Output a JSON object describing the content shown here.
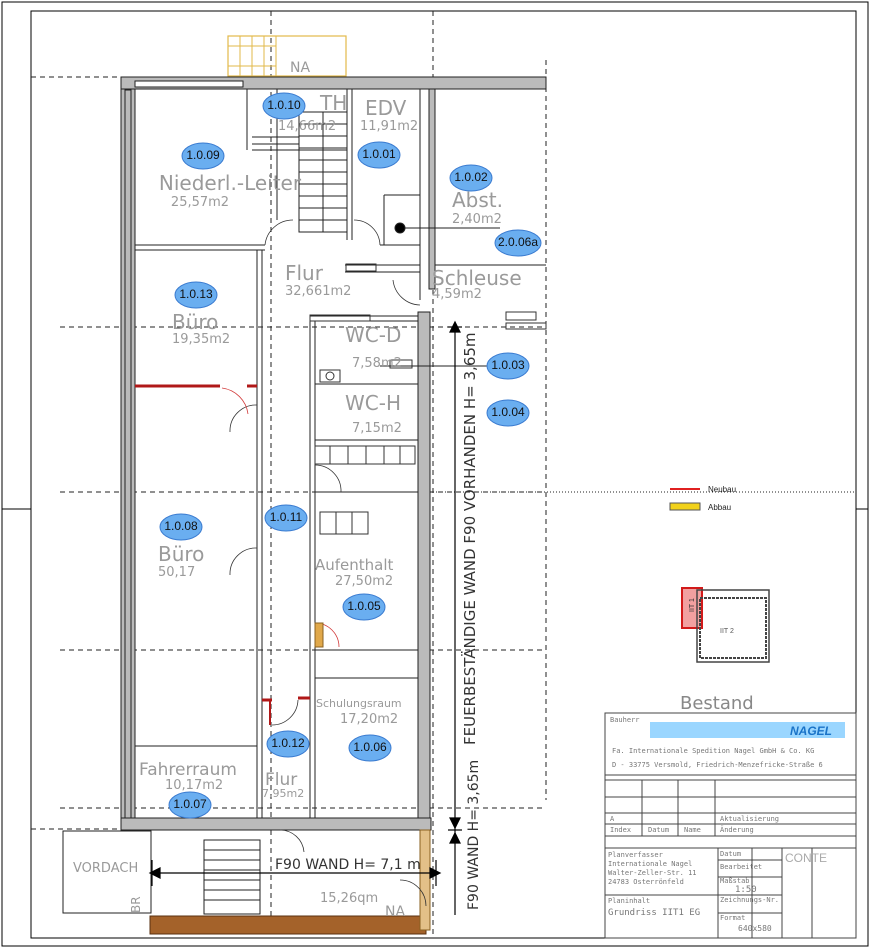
{
  "rooms": [
    {
      "id": "1.0.09",
      "name": "Niederl.-Leiter",
      "area": "25,57m2"
    },
    {
      "id": "1.0.10",
      "name": "TH",
      "area": "14,66m2"
    },
    {
      "id": "1.0.01",
      "name": "EDV",
      "area": "11,91m2"
    },
    {
      "id": "1.0.02",
      "name": "Abst.",
      "area": "2,40m2"
    },
    {
      "id": "2.0.06a",
      "name": "Schleuse",
      "area": "4,59m2"
    },
    {
      "id": "1.0.13",
      "name": "Büro",
      "area": "19,35m2"
    },
    {
      "id": "corridor",
      "name": "Flur",
      "area": "32,661m2"
    },
    {
      "id": "1.0.03",
      "name": "WC-D",
      "area": "7,58m2"
    },
    {
      "id": "1.0.04",
      "name": "WC-H",
      "area": "7,15m2"
    },
    {
      "id": "1.0.08",
      "name": "Büro",
      "area": "50,17"
    },
    {
      "id": "1.0.11",
      "name": "",
      "area": ""
    },
    {
      "id": "1.0.05",
      "name": "Aufenthalt",
      "area": "27,50m2"
    },
    {
      "id": "1.0.06",
      "name": "Schulungsraum",
      "area": "17,20m2"
    },
    {
      "id": "1.0.12",
      "name": "Flur",
      "area": "7,95m2"
    },
    {
      "id": "1.0.07",
      "name": "Fahrerraum",
      "area": "10,17m2"
    }
  ],
  "labels": {
    "vordach": "VORDACH",
    "na_top": "NA",
    "na_bottom": "NA",
    "wall_vertical": "FEUERBESTÄNDIGE WAND F90 VORHANDEN H= 3,65m",
    "wall_small_vertical": "F90 WAND H= 3,65m",
    "wall_horizontal": "F90 WAND H= 7,1 m",
    "area_bottom": "15,26qm",
    "small_left": "BR"
  },
  "legend": {
    "neubau": "Neubau",
    "abbau": "Abbau",
    "neubau_color": "#e02020",
    "abbau_color": "#f2d21a"
  },
  "keyplan": {
    "left_label": "IIT 1",
    "right_label": "IIT 2",
    "caption": "Bestand"
  },
  "titleblock": {
    "header": "Bauherr",
    "logo": "NAGEL",
    "company": "Fa. Internationale Spedition Nagel GmbH & Co. KG",
    "company_address": "D - 33775 Versmold, Friedrich-Menzefricke-Straße 6",
    "row_a_label": "A",
    "row_a_value": "Aktualisierung",
    "row_index_label": "Index",
    "row_date_label": "Datum",
    "row_name_label": "Name",
    "row_changes_label": "Änderung",
    "planer_label": "Planverfasser",
    "planer_line1": "Internationale Nagel",
    "planer_line2": "Walter-Zeller-Str. 11",
    "planer_line3": "24783 Osterrönfeld",
    "date_label": "Datum",
    "bearb_label": "Bearbeitet",
    "scale_label": "Maßstab",
    "scale": "1:50",
    "drawing_no_label": "Zeichnungs-Nr.",
    "title_label": "Planinhalt",
    "title": "Grundriss IIT1 EG",
    "format_label": "Format",
    "format": "640x580",
    "stamp": "CONTE"
  }
}
